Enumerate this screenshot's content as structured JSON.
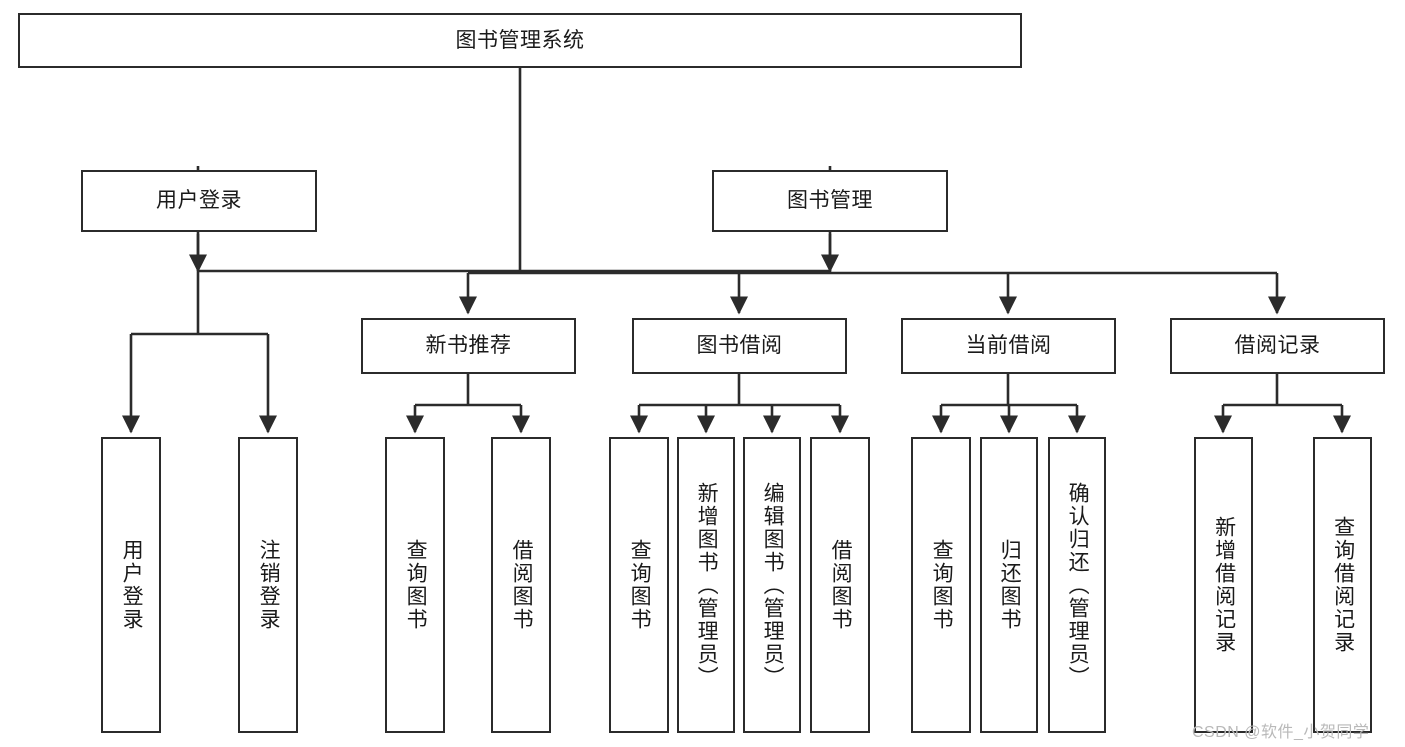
{
  "diagram": {
    "type": "tree-hierarchy-chart",
    "title": "图书管理系统",
    "line_color": "#2b2b2b",
    "box_fill": "#ffffff",
    "text_color": "#1a1a1a",
    "watermark": "CSDN @软件_小贺同学",
    "nodes": {
      "root": {
        "label": "图书管理系统"
      },
      "level2": [
        {
          "id": "user-login",
          "label": "用户登录"
        },
        {
          "id": "book-management",
          "label": "图书管理"
        }
      ],
      "level3": [
        {
          "id": "new-book-recommend",
          "label": "新书推荐"
        },
        {
          "id": "book-borrow",
          "label": "图书借阅"
        },
        {
          "id": "current-borrow",
          "label": "当前借阅"
        },
        {
          "id": "borrow-record",
          "label": "借阅记录"
        }
      ],
      "leaves": {
        "user-login": [
          {
            "id": "leaf-user-login",
            "label": "用户登录"
          },
          {
            "id": "leaf-logout",
            "label": "注销登录"
          }
        ],
        "new-book-recommend": [
          {
            "id": "leaf-query-book-1",
            "label": "查询图书"
          },
          {
            "id": "leaf-borrow-book-1",
            "label": "借阅图书"
          }
        ],
        "book-borrow": [
          {
            "id": "leaf-query-book-2",
            "label": "查询图书"
          },
          {
            "id": "leaf-add-book",
            "label": "新增图书（管理员）"
          },
          {
            "id": "leaf-edit-book",
            "label": "编辑图书（管理员）"
          },
          {
            "id": "leaf-borrow-book-2",
            "label": "借阅图书"
          }
        ],
        "current-borrow": [
          {
            "id": "leaf-query-book-3",
            "label": "查询图书"
          },
          {
            "id": "leaf-return-book",
            "label": "归还图书"
          },
          {
            "id": "leaf-confirm-return",
            "label": "确认归还（管理员）"
          }
        ],
        "borrow-record": [
          {
            "id": "leaf-add-record",
            "label": "新增借阅记录"
          },
          {
            "id": "leaf-query-record",
            "label": "查询借阅记录"
          }
        ]
      }
    }
  }
}
